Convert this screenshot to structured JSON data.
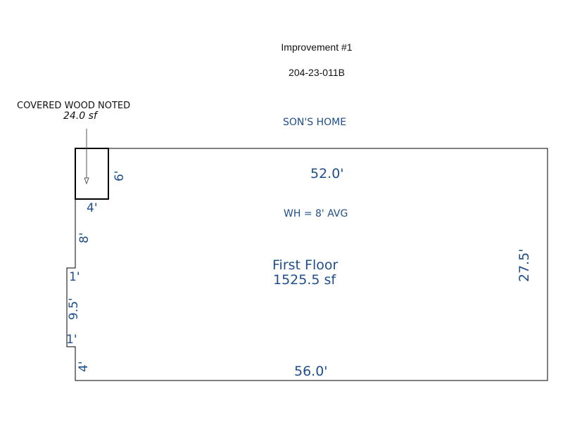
{
  "header": {
    "title": "Improvement #1",
    "parcel_id": "204-23-011B"
  },
  "structure_label": "SON'S HOME",
  "callout": {
    "text": "COVERED WOOD NOTED",
    "area": "24.0 sf"
  },
  "porch": {
    "width": "4'",
    "depth": "6'"
  },
  "floor": {
    "name": "First Floor",
    "area": "1525.5 sf",
    "wall_height": "WH = 8' AVG"
  },
  "dimensions": {
    "top": "52.0'",
    "bottom": "56.0'",
    "right": "27.5'",
    "left_upper": "8'",
    "left_jog_top": "1'",
    "left_bump": "9.5'",
    "left_jog_bottom": "1'",
    "left_lower": "4'"
  },
  "colors": {
    "label_blue": "#1f4e8a",
    "outline": "#000000"
  }
}
